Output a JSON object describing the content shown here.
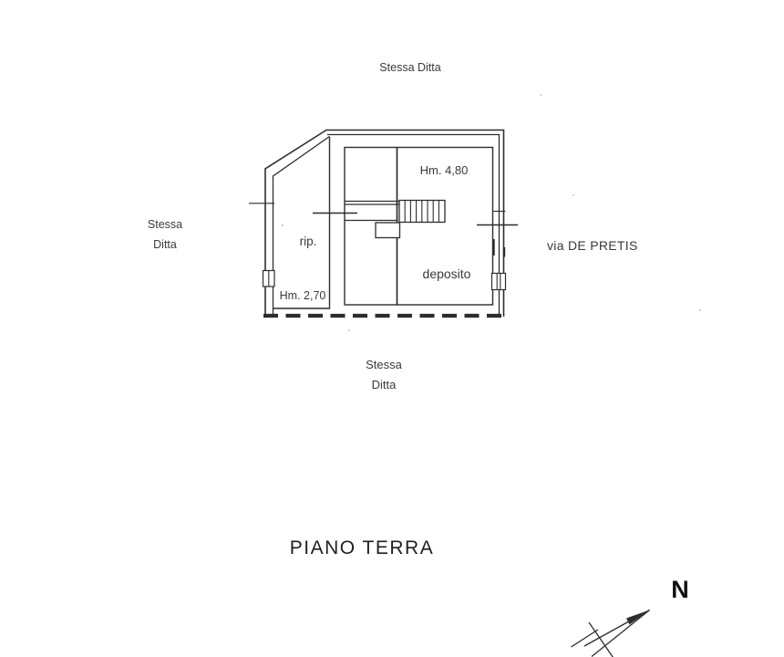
{
  "page_title": "PIANO TERRA",
  "compass": {
    "north_label": "N"
  },
  "plan_labels": {
    "main_room_height": "Hm. 4,80",
    "rip_room": "rip.",
    "rip_room_height": "Hm. 2,70",
    "deposito_room": "deposito"
  },
  "adjacent_labels": {
    "north": "Stessa Ditta",
    "west_line1": "Stessa",
    "west_line2": "Ditta",
    "east": "via DE PRETIS",
    "south_line1": "Stessa",
    "south_line2": "Ditta"
  },
  "colors": {
    "ink": "#2d2d2d",
    "paper": "#ffffff"
  }
}
